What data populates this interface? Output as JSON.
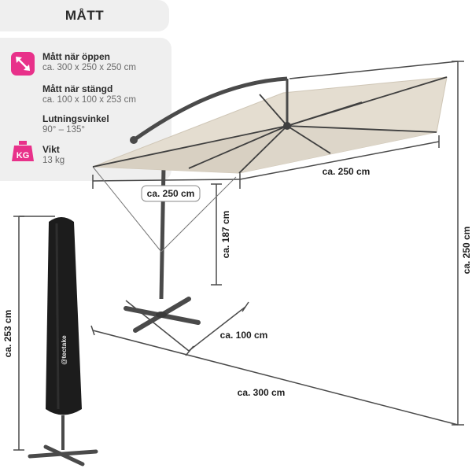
{
  "header": {
    "title": "MÅTT"
  },
  "specs": {
    "open": {
      "label": "Mått när öppen",
      "value": "ca. 300 x 250 x 250 cm"
    },
    "closed": {
      "label": "Mått när stängd",
      "value": "ca. 100 x 100 x 253 cm"
    },
    "tilt": {
      "label": "Lutningsvinkel",
      "value": "90° – 135°"
    },
    "weight": {
      "label": "Vikt",
      "value": "13 kg",
      "icon_text": "KG"
    }
  },
  "dimensions": {
    "canopy_width": "ca. 250 cm",
    "canopy_depth": "ca. 250 cm",
    "height_clearance": "ca. 187 cm",
    "total_height": "ca. 250 cm",
    "base_width": "ca. 100 cm",
    "total_length": "ca. 300 cm",
    "closed_height": "ca. 253 cm"
  },
  "brand": {
    "logo_text": "@tectake"
  },
  "colors": {
    "accent": "#e8318a",
    "canopy": "#e4ddd0",
    "canopy_shade": "#d8d0c2",
    "frame": "#4a4a4a",
    "cover": "#1c1c1c"
  },
  "icons": {
    "size": "diagonal-arrow-icon",
    "weight": "kg-weight-icon"
  }
}
